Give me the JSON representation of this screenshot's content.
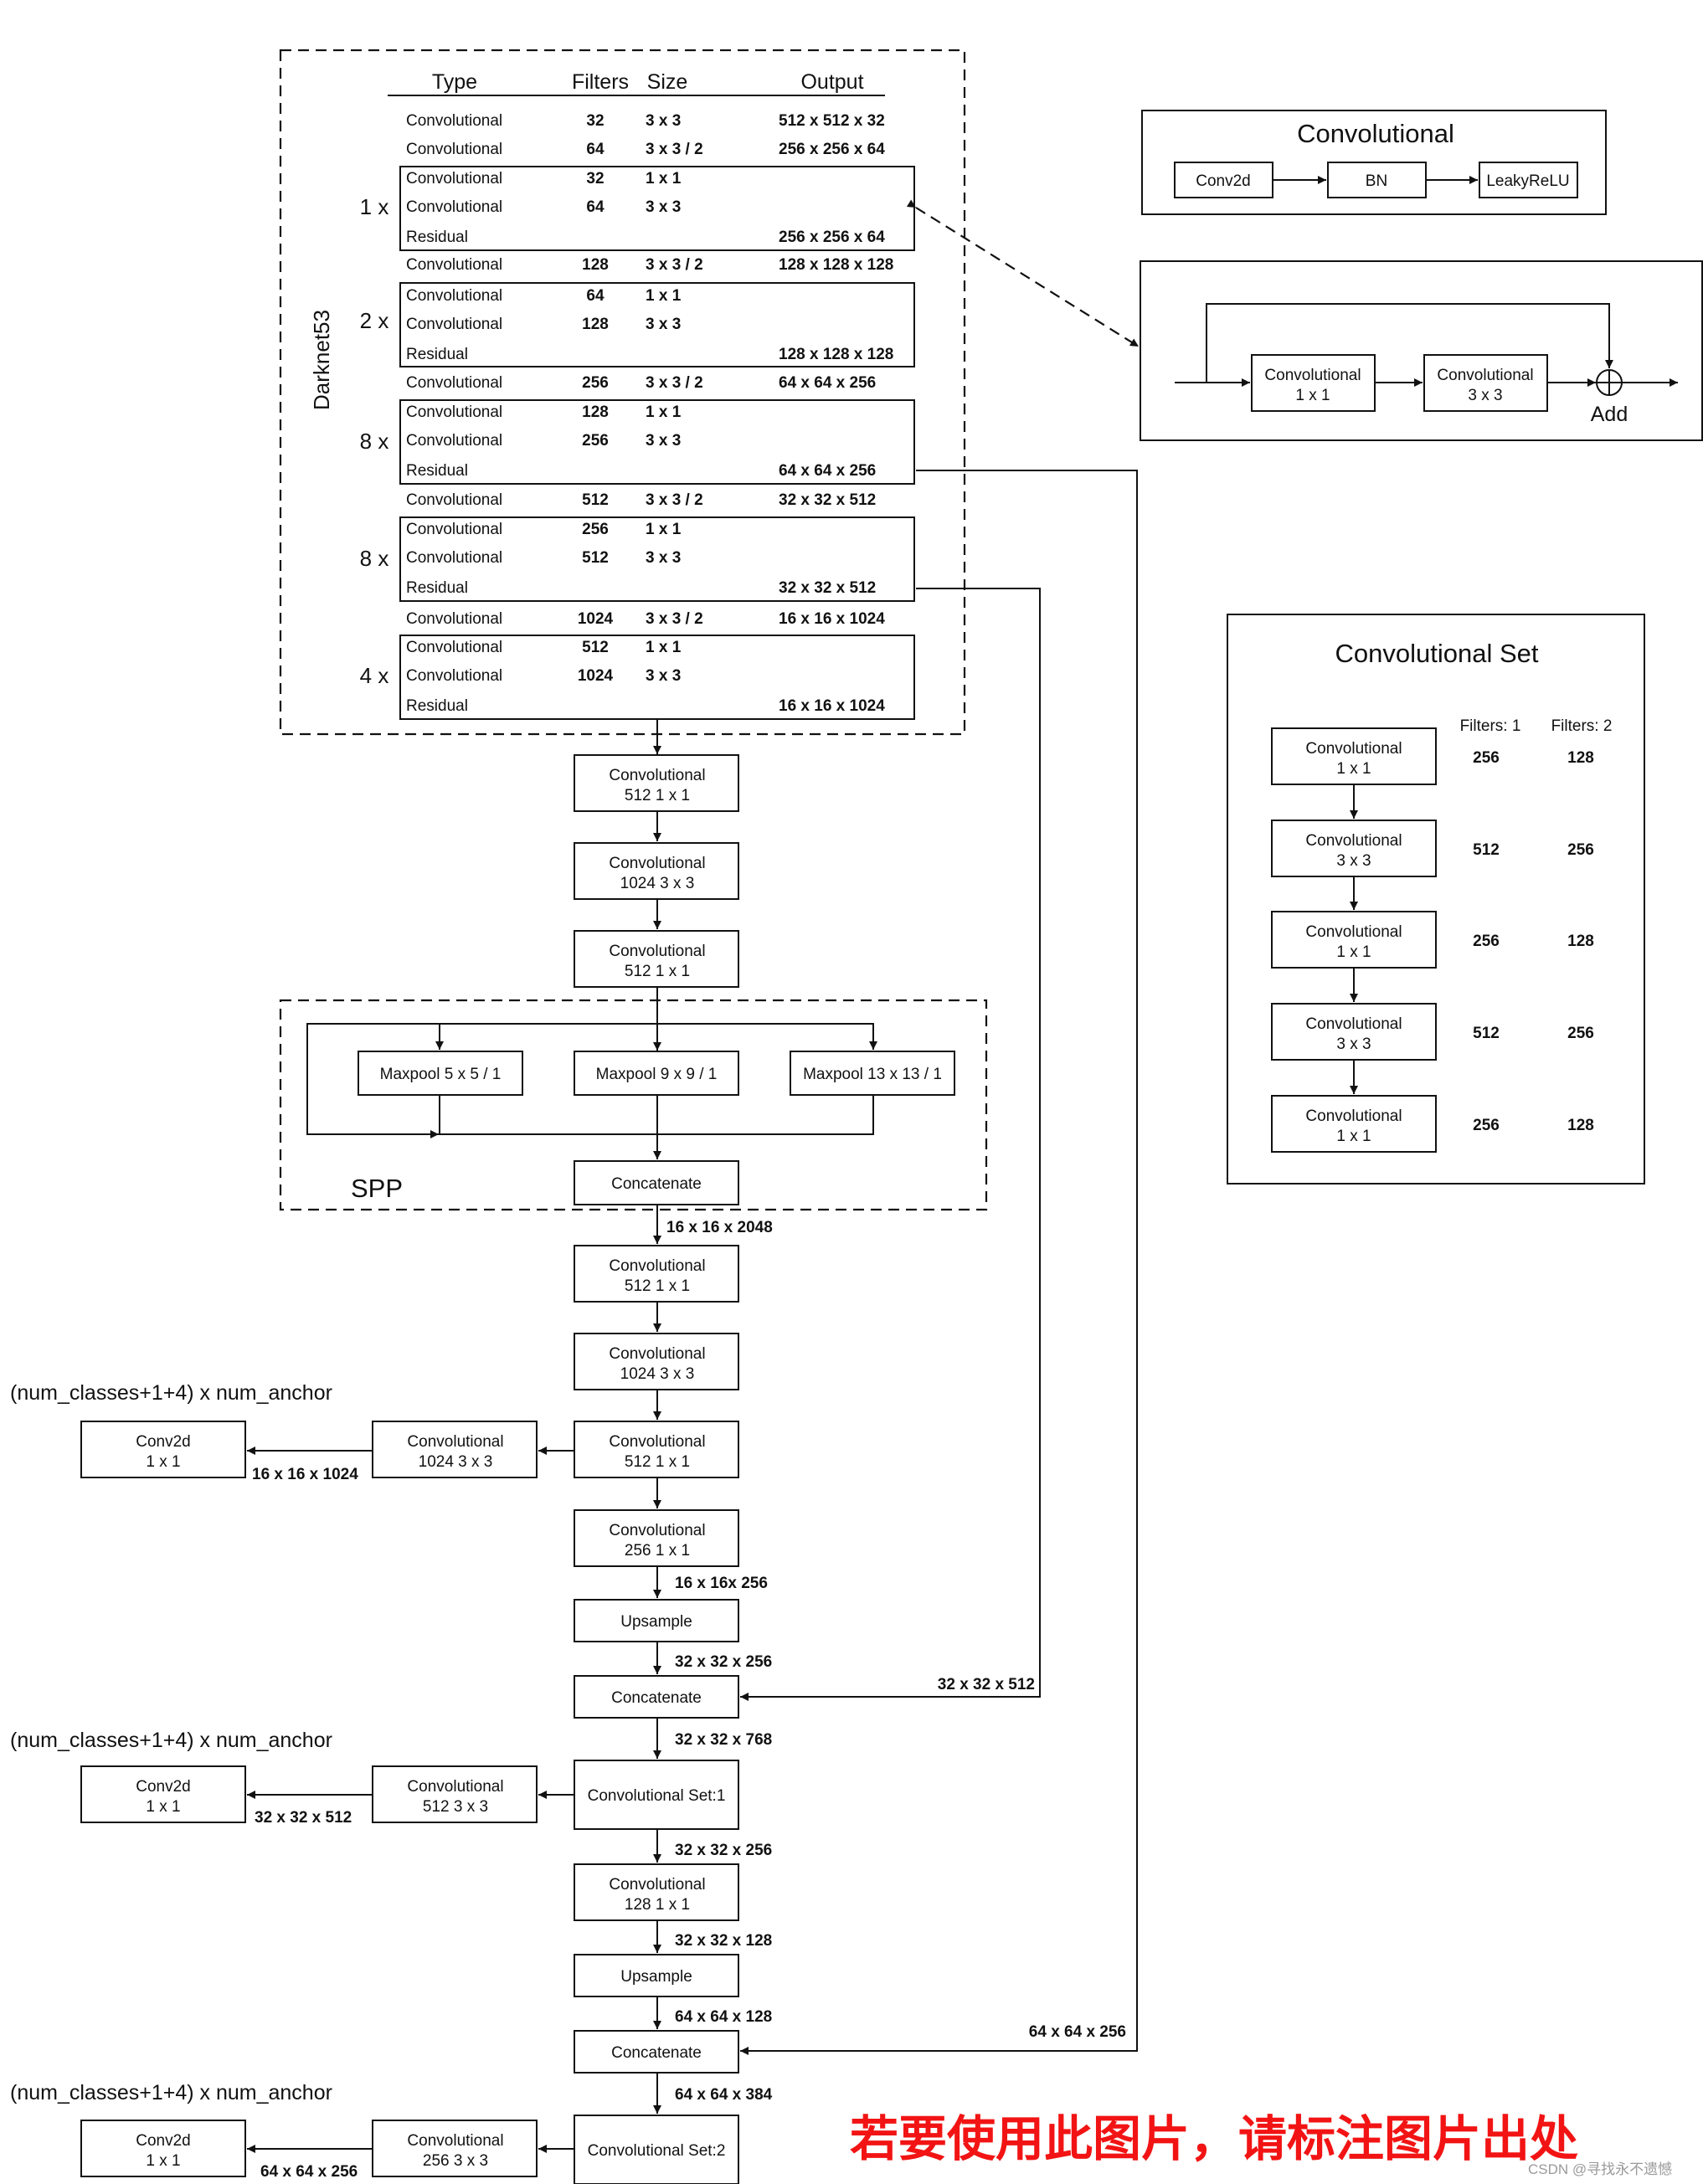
{
  "table": {
    "header": {
      "type": "Type",
      "filters": "Filters",
      "size": "Size",
      "output": "Output"
    },
    "backbone_name": "Darknet53",
    "rows": [
      {
        "type": "Convolutional",
        "filters": "32",
        "size": "3 x 3",
        "output": "512 x 512 x 32"
      },
      {
        "type": "Convolutional",
        "filters": "64",
        "size": "3 x 3 / 2",
        "output": "256 x 256 x 64"
      },
      {
        "type": "Convolutional",
        "filters": "32",
        "size": "1 x 1",
        "output": ""
      },
      {
        "type": "Convolutional",
        "filters": "64",
        "size": "3 x 3",
        "output": ""
      },
      {
        "type": "Residual",
        "filters": "",
        "size": "",
        "output": "256 x 256 x 64"
      },
      {
        "type": "Convolutional",
        "filters": "128",
        "size": "3 x 3 / 2",
        "output": "128 x 128 x 128"
      },
      {
        "type": "Convolutional",
        "filters": "64",
        "size": "1 x 1",
        "output": ""
      },
      {
        "type": "Convolutional",
        "filters": "128",
        "size": "3 x 3",
        "output": ""
      },
      {
        "type": "Residual",
        "filters": "",
        "size": "",
        "output": "128 x 128 x 128"
      },
      {
        "type": "Convolutional",
        "filters": "256",
        "size": "3 x 3 / 2",
        "output": "64 x 64 x 256"
      },
      {
        "type": "Convolutional",
        "filters": "128",
        "size": "1 x 1",
        "output": ""
      },
      {
        "type": "Convolutional",
        "filters": "256",
        "size": "3 x 3",
        "output": ""
      },
      {
        "type": "Residual",
        "filters": "",
        "size": "",
        "output": "64 x 64 x 256"
      },
      {
        "type": "Convolutional",
        "filters": "512",
        "size": "3 x 3 / 2",
        "output": "32 x 32 x 512"
      },
      {
        "type": "Convolutional",
        "filters": "256",
        "size": "1 x 1",
        "output": ""
      },
      {
        "type": "Convolutional",
        "filters": "512",
        "size": "3 x 3",
        "output": ""
      },
      {
        "type": "Residual",
        "filters": "",
        "size": "",
        "output": "32 x 32 x 512"
      },
      {
        "type": "Convolutional",
        "filters": "1024",
        "size": "3 x 3 / 2",
        "output": "16 x 16 x 1024"
      },
      {
        "type": "Convolutional",
        "filters": "512",
        "size": "1 x 1",
        "output": ""
      },
      {
        "type": "Convolutional",
        "filters": "1024",
        "size": "3 x 3",
        "output": ""
      },
      {
        "type": "Residual",
        "filters": "",
        "size": "",
        "output": "16 x 16 x 1024"
      }
    ],
    "repeats": [
      "1 x",
      "2 x",
      "8 x",
      "8 x",
      "4 x"
    ]
  },
  "conv_def": {
    "title": "Convolutional",
    "steps": [
      "Conv2d",
      "BN",
      "LeakyReLU"
    ]
  },
  "residual_def": {
    "block1": [
      "Convolutional",
      "1 x 1"
    ],
    "block2": [
      "Convolutional",
      "3 x 3"
    ],
    "add": "Add"
  },
  "conv_set": {
    "title": "Convolutional  Set",
    "col1": "Filters: 1",
    "col2": "Filters: 2",
    "blocks": [
      {
        "name": "Convolutional",
        "size": "1 x 1",
        "f1": "256",
        "f2": "128"
      },
      {
        "name": "Convolutional",
        "size": "3 x 3",
        "f1": "512",
        "f2": "256"
      },
      {
        "name": "Convolutional",
        "size": "1 x 1",
        "f1": "256",
        "f2": "128"
      },
      {
        "name": "Convolutional",
        "size": "3 x 3",
        "f1": "512",
        "f2": "256"
      },
      {
        "name": "Convolutional",
        "size": "1 x 1",
        "f1": "256",
        "f2": "128"
      }
    ]
  },
  "neck": {
    "conv_a": [
      "Convolutional",
      "512   1 x 1"
    ],
    "conv_b": [
      "Convolutional",
      "1024   3 x 3"
    ],
    "conv_c": [
      "Convolutional",
      "512   1 x 1"
    ],
    "spp_label": "SPP",
    "maxpools": [
      "Maxpool   5 x 5 / 1",
      "Maxpool   9 x 9 / 1",
      "Maxpool   13 x 13 / 1"
    ],
    "concat": "Concatenate",
    "after_spp": "16 x 16 x 2048",
    "conv_d": [
      "Convolutional",
      "512   1 x 1"
    ],
    "conv_e": [
      "Convolutional",
      "1024   3 x 3"
    ],
    "conv_f": [
      "Convolutional",
      "512   1 x 1"
    ],
    "conv_g": [
      "Convolutional",
      "256   1 x 1"
    ],
    "g_out": "16 x 16x 256",
    "upsample1": "Upsample",
    "up1_out": "32 x 32 x 256",
    "concat1": "Concatenate",
    "skip1": "32 x 32 x 512",
    "concat1_out": "32 x 32 x 768",
    "cset1": "Convolutional Set:1",
    "cset1_out": "32 x 32 x 256",
    "conv_h": [
      "Convolutional",
      "128   1 x 1"
    ],
    "h_out": "32 x 32 x 128",
    "upsample2": "Upsample",
    "up2_out": "64 x 64 x 128",
    "concat2": "Concatenate",
    "skip2": "64 x 64 x 256",
    "concat2_out": "64 x 64 x 384",
    "cset2": "Convolutional Set:2"
  },
  "heads": [
    {
      "label": "(num_classes+1+4) x num_anchor",
      "conv": [
        "Convolutional",
        "1024   3 x 3"
      ],
      "out": "16 x 16 x 1024",
      "final": [
        "Conv2d",
        "1 x 1"
      ]
    },
    {
      "label": "(num_classes+1+4) x num_anchor",
      "conv": [
        "Convolutional",
        "512   3 x 3"
      ],
      "out": "32 x 32 x 512",
      "final": [
        "Conv2d",
        "1 x 1"
      ]
    },
    {
      "label": "(num_classes+1+4) x num_anchor",
      "conv": [
        "Convolutional",
        "256   3 x 3"
      ],
      "out": "64 x 64 x 256",
      "final": [
        "Conv2d",
        "1 x 1"
      ]
    }
  ],
  "watermark": "若要使用此图片，请标注图片出处",
  "credit": "CSDN @寻找永不遗憾"
}
